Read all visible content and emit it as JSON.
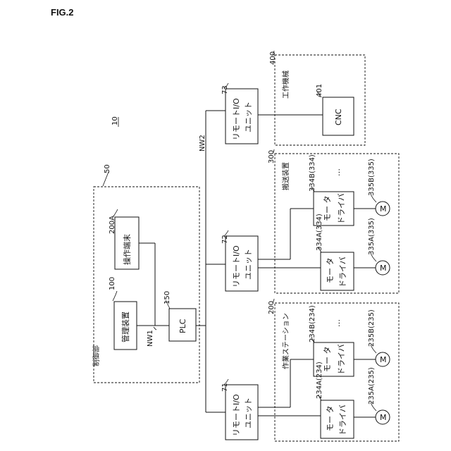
{
  "figure": {
    "title": "FIG.2",
    "system_ref": "10"
  },
  "control_unit": {
    "label": "制御部",
    "ref": "50"
  },
  "management_device": {
    "label": "管理装置",
    "ref": "100"
  },
  "operation_terminal": {
    "label": "操作端末",
    "ref": "200A"
  },
  "plc": {
    "label": "PLC",
    "ref": "150"
  },
  "networks": {
    "nw1": "NW1",
    "nw2": "NW2"
  },
  "remote_io_73": {
    "line1": "リモートI/O",
    "line2": "ユニット",
    "ref": "73"
  },
  "remote_io_72": {
    "line1": "リモートI/O",
    "line2": "ユニット",
    "ref": "72"
  },
  "remote_io_71": {
    "line1": "リモートI/O",
    "line2": "ユニット",
    "ref": "71"
  },
  "machine_tool": {
    "label": "工作機械",
    "ref": "400",
    "cnc_label": "CNC",
    "cnc_ref": "401"
  },
  "transport_device": {
    "label": "搬送装置",
    "ref": "300",
    "driver_a": {
      "line1": "モー タ",
      "line2": "ドライバ",
      "ref": "334A(334)"
    },
    "driver_b": {
      "line1": "モー タ",
      "line2": "ドライバ",
      "ref": "334B(334)"
    },
    "motor_a": {
      "label": "M",
      "ref": "335A(335)"
    },
    "motor_b": {
      "label": "M",
      "ref": "335B(335)"
    },
    "ellipsis": "…"
  },
  "work_station": {
    "label": "作業ステーション",
    "ref": "200",
    "driver_a": {
      "line1": "モー タ",
      "line2": "ドライバ",
      "ref": "234A(234)"
    },
    "driver_b": {
      "line1": "モー タ",
      "line2": "ドライバ",
      "ref": "234B(234)"
    },
    "motor_a": {
      "label": "M",
      "ref": "235A(235)"
    },
    "motor_b": {
      "label": "M",
      "ref": "235B(235)"
    },
    "ellipsis": "…"
  }
}
